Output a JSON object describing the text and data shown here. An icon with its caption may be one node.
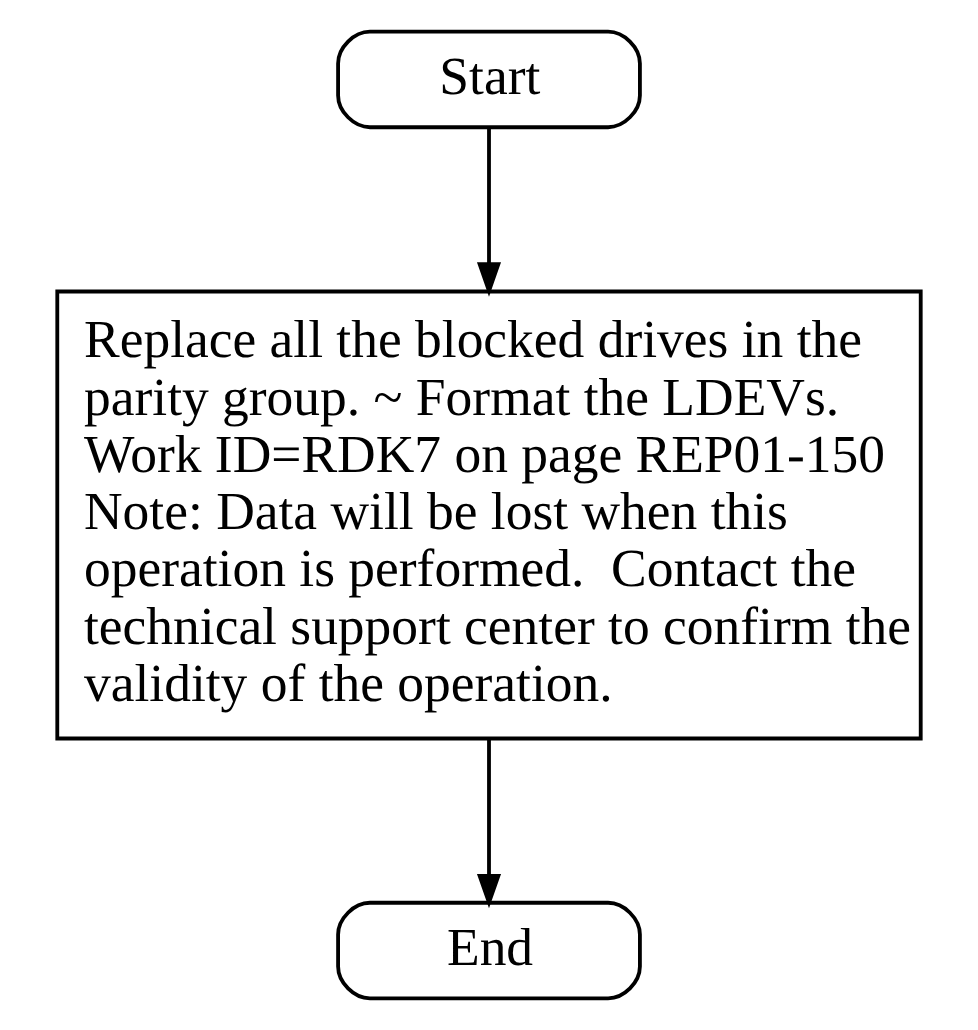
{
  "diagram": {
    "nodes": [
      {
        "text": [
          "Start"
        ]
      },
      {
        "text": [
          "Replace all the blocked drives in the parity group. ~ Format the LDEVs.",
          "Work ID=RDK7 on page REP01-150",
          "Note: Data will be lost when this operation is performed.  Contact the technical support center to confirm the validity of the operation."
        ]
      },
      {
        "text": [
          "End"
        ]
      }
    ],
    "edges": [
      {
        "from": 0,
        "to": 1,
        "arrow": "to"
      },
      {
        "from": 1,
        "to": 2,
        "arrow": "to"
      }
    ]
  }
}
